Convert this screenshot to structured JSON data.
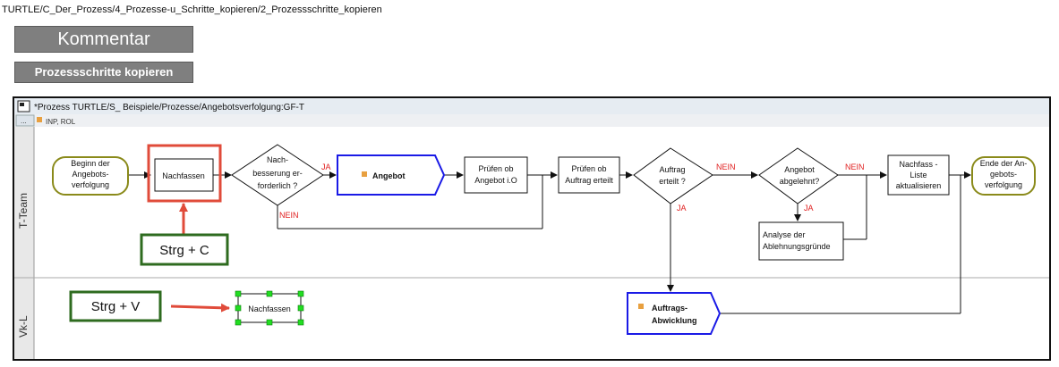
{
  "breadcrumb": "TURTLE/C_Der_Prozess/4_Prozesse-u_Schritte_kopieren/2_Prozessschritte_kopieren",
  "buttons": {
    "comment": "Kommentar",
    "copy_steps": "Prozessschritte kopieren"
  },
  "window": {
    "title": "*Prozess TURTLE/S_ Beispiele/Prozesse/Angebotsverfolgung:GF-T",
    "toolbar_label": "INP, ROL",
    "toolbar_button": "..."
  },
  "lanes": {
    "top": "T-Team",
    "bottom": "Vk-L"
  },
  "nodes": {
    "start": [
      "Beginn der",
      "Angebots-",
      "verfolgung"
    ],
    "nachfassen": "Nachfassen",
    "decision1": [
      "Nach-",
      "besserung er-",
      "forderlich ?"
    ],
    "angebot": "Angebot",
    "pruefen1": [
      "Prüfen ob",
      "Angebot i.O"
    ],
    "pruefen2": [
      "Prüfen ob",
      "Auftrag erteilt"
    ],
    "decision2": [
      "Auftrag",
      "erteilt ?"
    ],
    "decision3": [
      "Angebot",
      "abgelehnt?"
    ],
    "nachfass_liste": [
      "Nachfass -",
      "Liste",
      "aktualisieren"
    ],
    "end": [
      "Ende der An-",
      "gebots-",
      "verfolgung"
    ],
    "analyse": [
      "Analyse der",
      "Ablehnungsgründe"
    ],
    "abwicklung": [
      "Auftrags-",
      "Abwicklung"
    ],
    "pasted": "Nachfassen"
  },
  "edge_labels": {
    "ja1": "JA",
    "nein1": "NEIN",
    "nein2": "NEIN",
    "ja2": "JA",
    "nein3": "NEIN",
    "ja3": "JA"
  },
  "callouts": {
    "copy": "Strg  + C",
    "paste": "Strg  + V"
  },
  "colors": {
    "terminal_border": "#8a8a1a",
    "highlight_red": "#e04b3a",
    "subprocess_blue": "#1a1ae6",
    "callout_green": "#2e6b1f",
    "label_red": "#e02020",
    "handle_green": "#22dd22",
    "marker_orange": "#e8a040"
  }
}
